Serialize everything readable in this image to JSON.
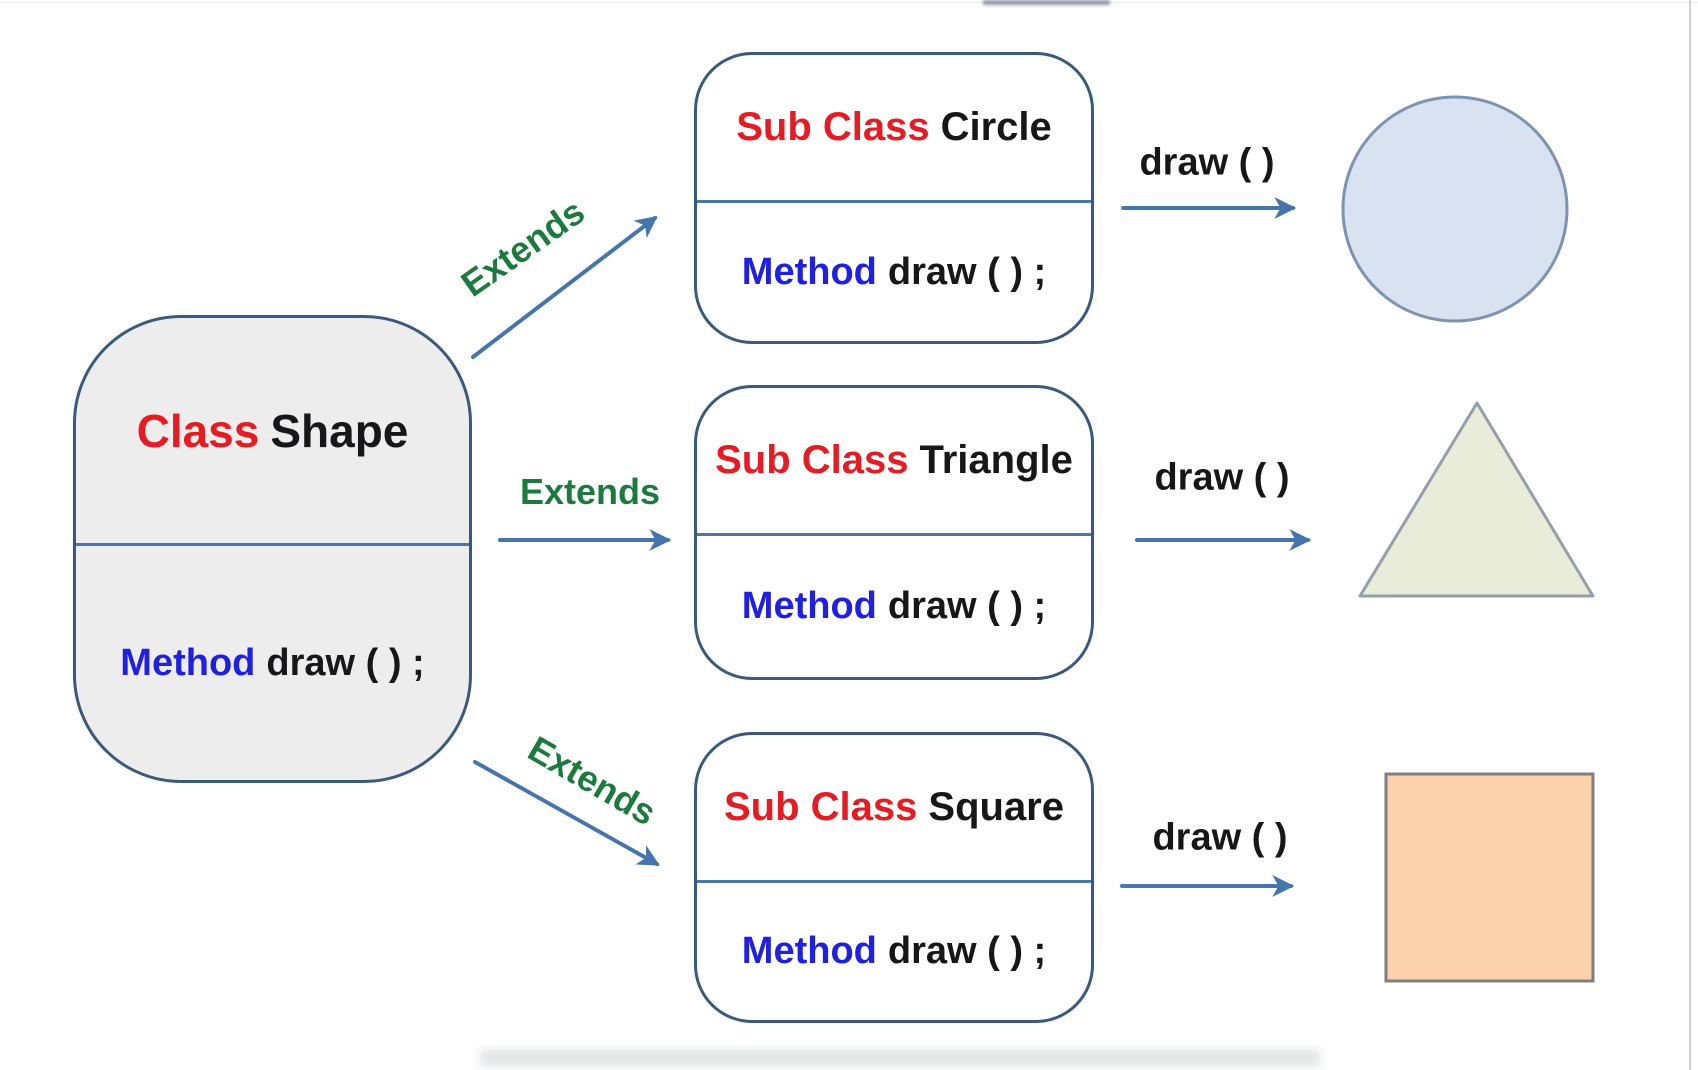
{
  "base_class": {
    "keyword": "Class",
    "name": "Shape",
    "method_keyword": "Method",
    "method_body": "draw ( ) ;"
  },
  "subclasses": [
    {
      "keyword": "Sub Class",
      "name": "Circle",
      "method_keyword": "Method",
      "method_body": "draw ( ) ;",
      "edge_label": "Extends",
      "output_label": "draw ( )",
      "result_shape": "circle"
    },
    {
      "keyword": "Sub Class",
      "name": "Triangle",
      "method_keyword": "Method",
      "method_body": "draw ( ) ;",
      "edge_label": "Extends",
      "output_label": "draw ( )",
      "result_shape": "triangle"
    },
    {
      "keyword": "Sub Class",
      "name": "Square",
      "method_keyword": "Method",
      "method_body": "draw ( ) ;",
      "edge_label": "Extends",
      "output_label": "draw ( )",
      "result_shape": "square"
    }
  ],
  "colors": {
    "keyword_red": "#e51c23",
    "method_blue": "#2020e0",
    "extends_green": "#1d7a3f",
    "arrow_blue": "#4674ad",
    "box_border_blue": "#3a5a7d",
    "divider_blue": "#4a76a8",
    "base_box_fill": "#ededed",
    "sub_box_fill": "#ffffff",
    "circle_fill": "#d9e2f0",
    "circle_stroke": "#7d93b2",
    "triangle_fill": "#e9ecd9",
    "triangle_stroke": "#93a0ac",
    "square_fill": "#fbd2ab",
    "square_stroke": "#7f7f7f"
  }
}
